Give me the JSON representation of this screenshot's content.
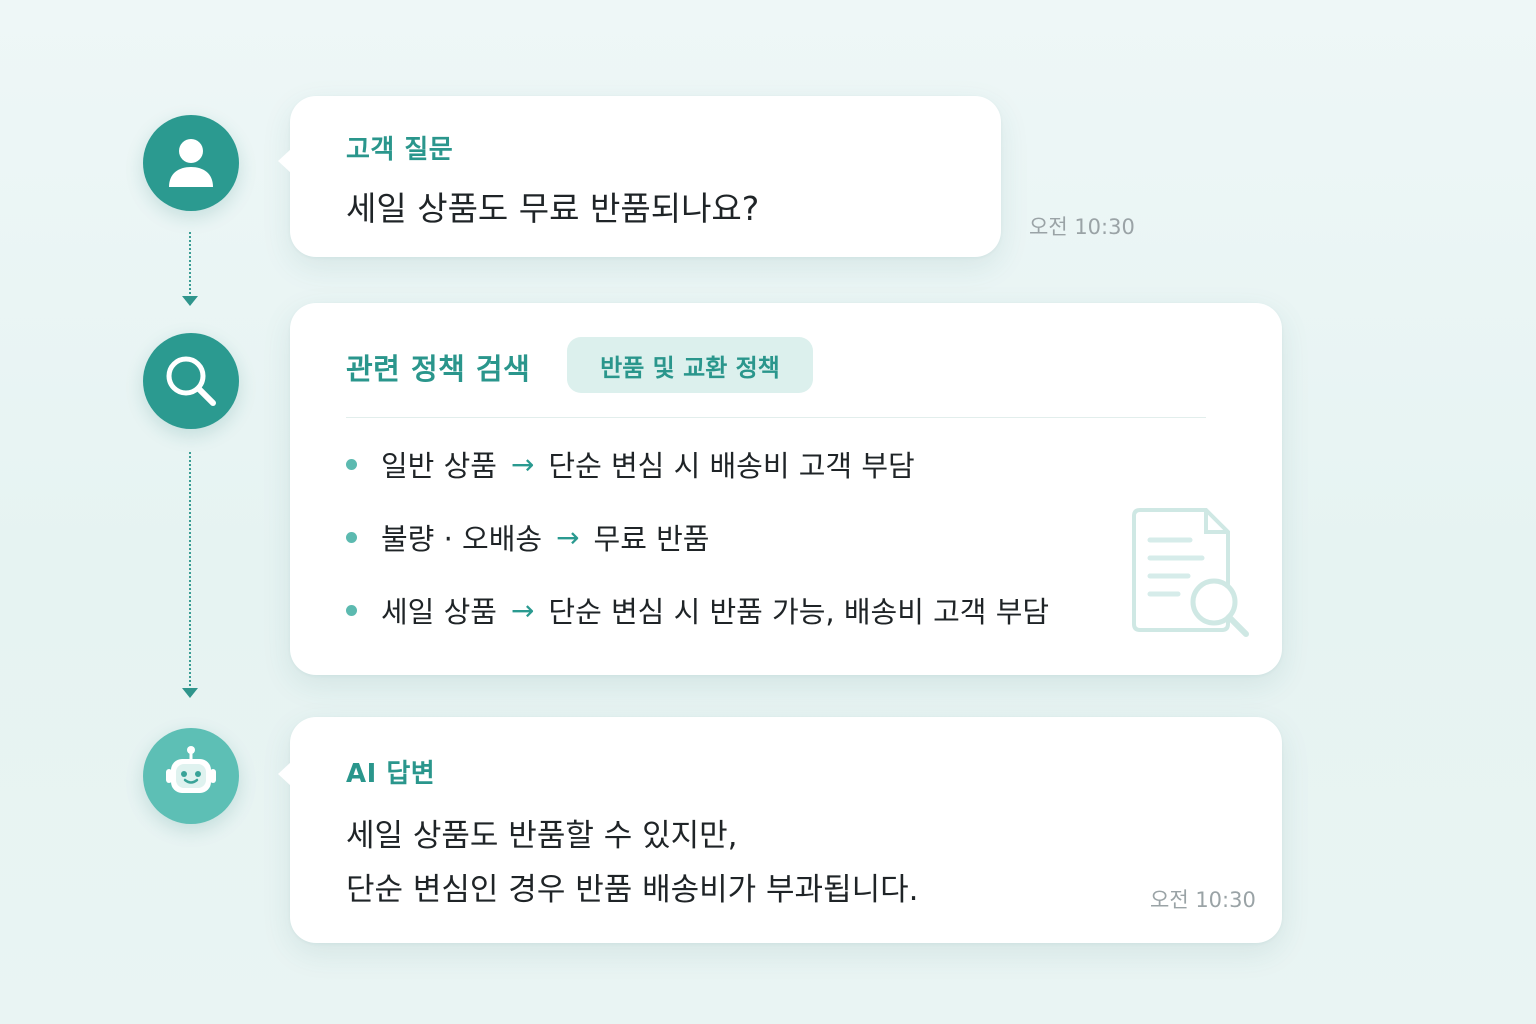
{
  "question": {
    "label": "고객 질문",
    "text": "세일 상품도 무료 반품되나요?",
    "time": "오전 10:30"
  },
  "search": {
    "label": "관련 정책 검색",
    "chip": "반품 및 교환 정책",
    "rules": [
      {
        "subject": "일반 상품",
        "arrow": "→",
        "result": "단순 변심 시 배송비 고객 부담"
      },
      {
        "subject": "불량 · 오배송",
        "arrow": "→",
        "result": "무료 반품"
      },
      {
        "subject": "세일 상품",
        "arrow": "→",
        "result": "단순 변심 시 반품 가능, 배송비 고객 부담"
      }
    ]
  },
  "answer": {
    "label": "AI 답변",
    "line1": "세일 상품도 반품할 수 있지만,",
    "line2": "단순 변심인 경우 반품 배송비가 부과됩니다.",
    "time": "오전 10:30"
  },
  "icons": {
    "step1": "user-icon",
    "step2": "search-icon",
    "step3": "robot-icon",
    "document": "document-search-icon"
  },
  "colors": {
    "accent": "#2a968c",
    "avatar_dark": "#2b9a90",
    "avatar_light": "#5dbfb5",
    "chip_bg": "#dcf0ed",
    "background": "#eaf5f4"
  }
}
